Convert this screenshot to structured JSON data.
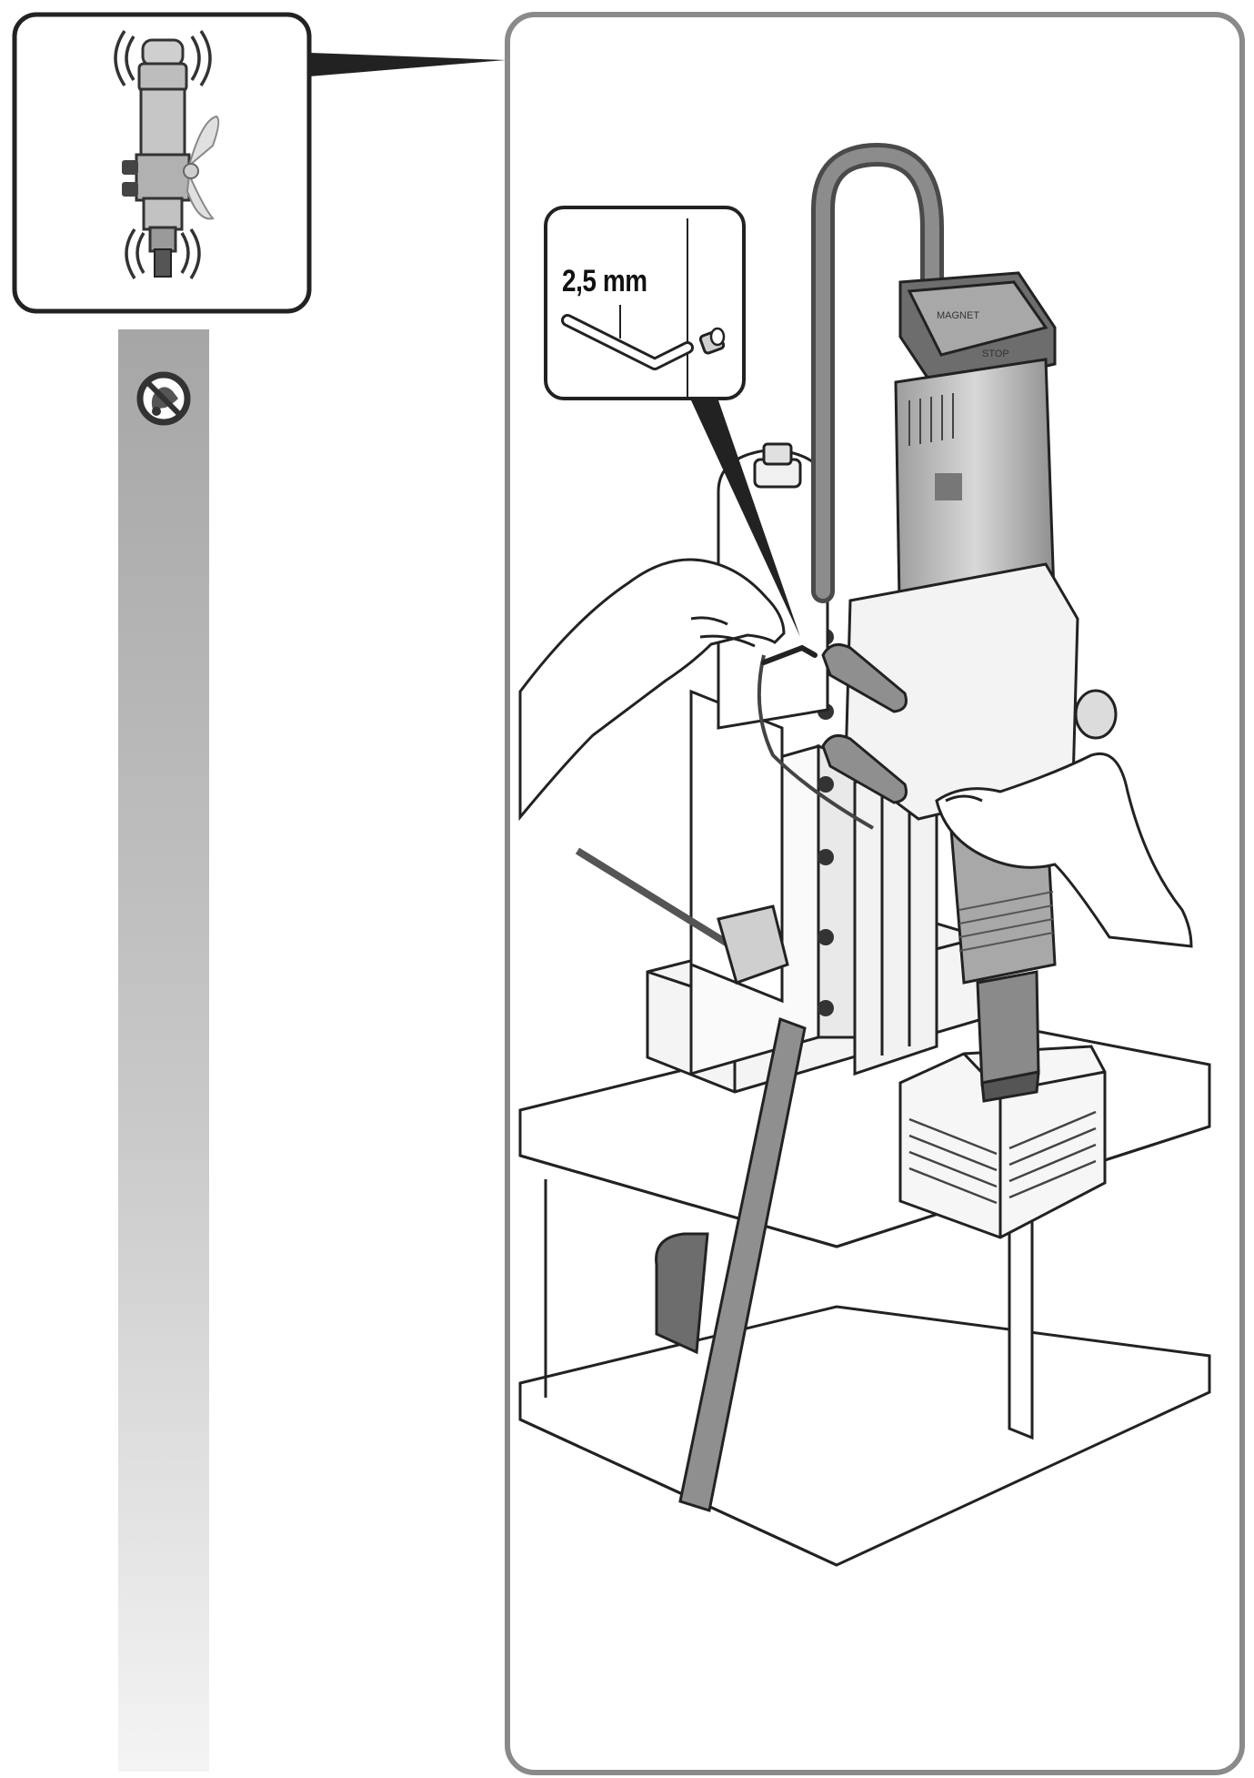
{
  "detail_callout": {
    "hex_key_size": "2,5 mm"
  },
  "controls_panel_labels": [
    "MAGNET",
    "STOP"
  ],
  "icons": {
    "warning_symbol": "no-hand-contact-with-rotating-cutter-icon",
    "thumbnail": "drill-motor-vibration-icon"
  },
  "colors": {
    "outline": "#222222",
    "frame": "#8a8a8a",
    "gray_bar_top": "#a8a8a8",
    "gray_bar_bottom": "#f2f2f2",
    "tool_gray": "#b9b9b9",
    "tool_dark": "#6d6d6d"
  }
}
